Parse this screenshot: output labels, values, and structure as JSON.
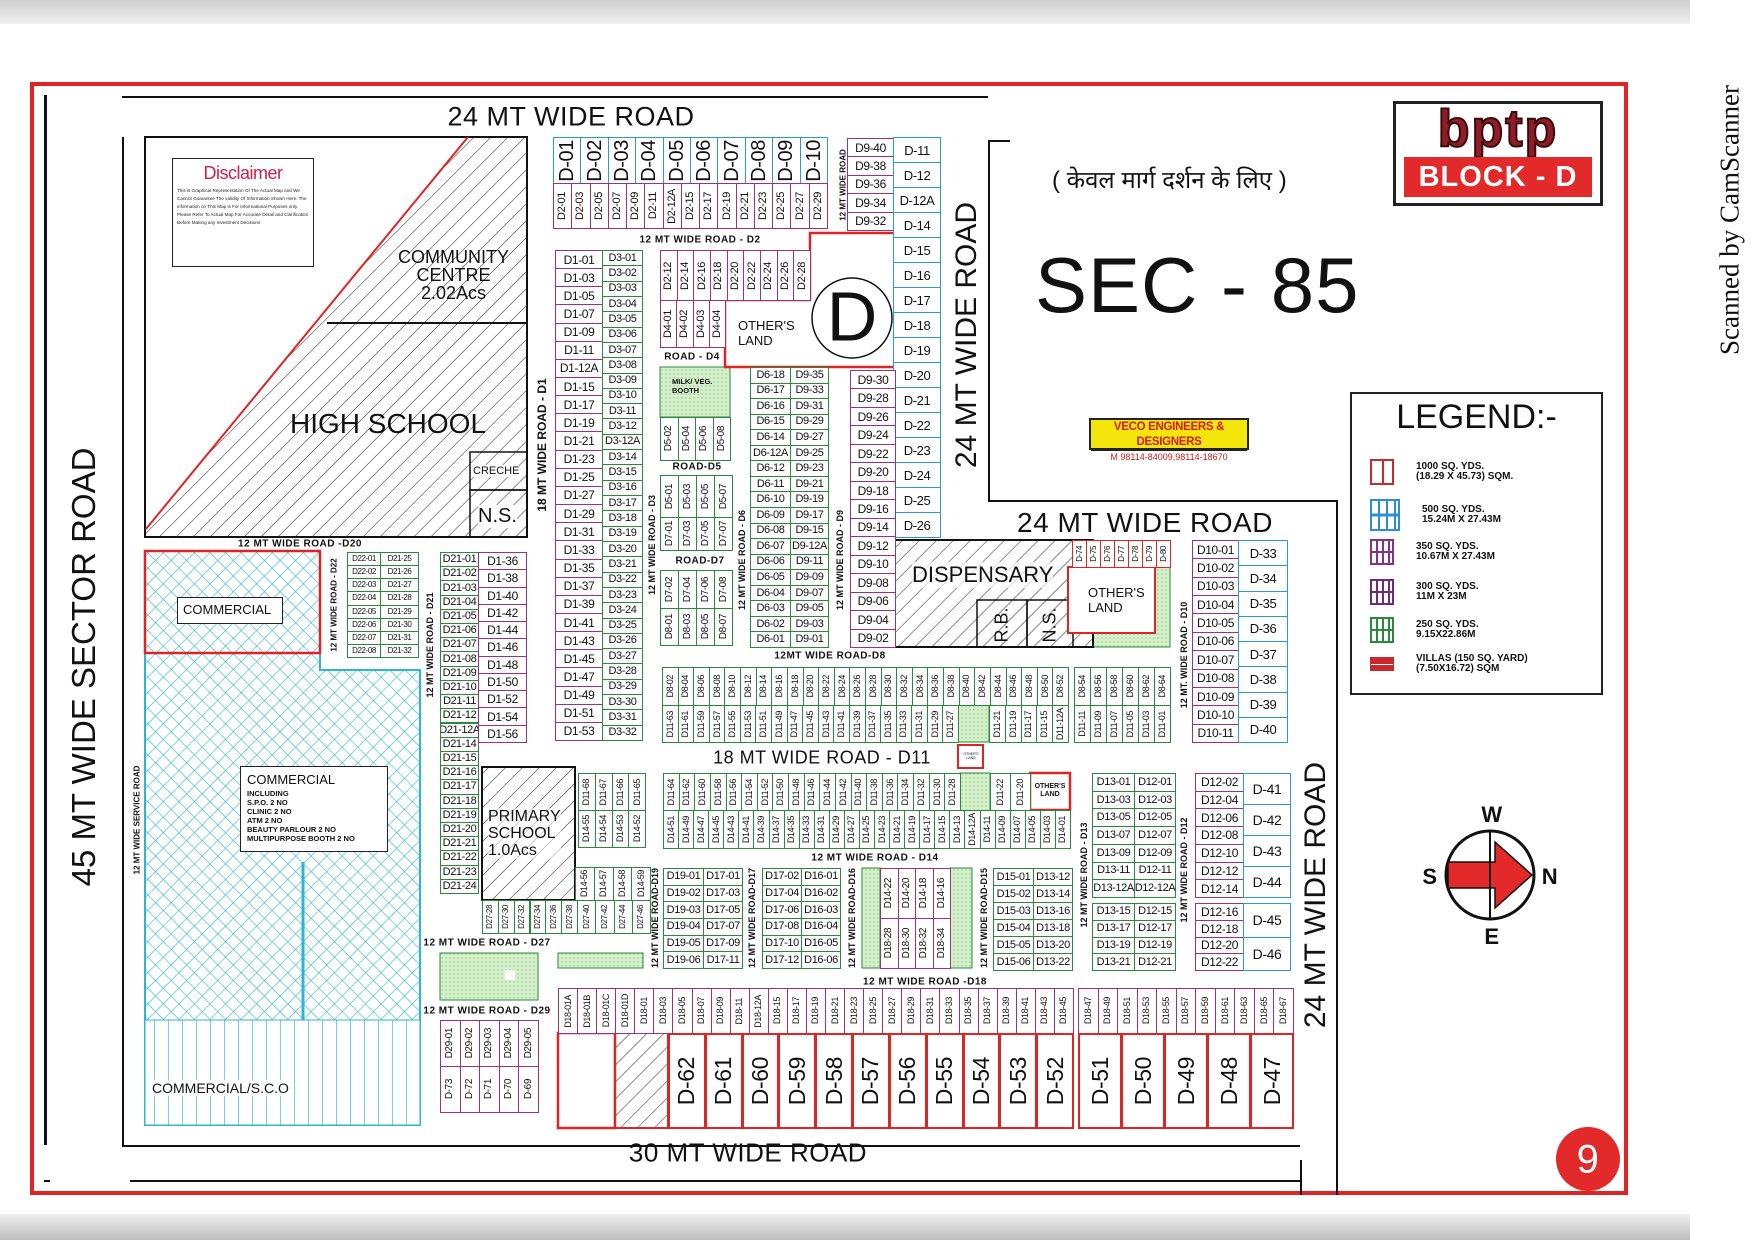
{
  "watermark": "Scanned by CamScanner",
  "title": {
    "sector": "SEC - 85",
    "hindi_note": "( केवल मार्ग दर्शन के लिए )",
    "brand": "bptp",
    "block": "BLOCK - D",
    "block_letter": "D",
    "page_number": "9"
  },
  "disclaimer": {
    "heading": "Disclaimer",
    "text": "This is Graphical Representation Of The Actual Map and We Cannot Guarantee The validity Of Information Shown Here. The information on This Map is For Informational Purposes only. Please Refer To Actual Map For Accurate Detail and Clarification Before Making any Investment Decisions"
  },
  "vendor": {
    "name": "VECO ENGINEERS & DESIGNERS",
    "phone": "M 98114-84009,98114-18670"
  },
  "legend": {
    "title": "LEGEND:-",
    "items": [
      {
        "label": "1000 SQ. YDS.\n(18.29 X 45.73) SQM.",
        "color": "#c8282e"
      },
      {
        "label": "500 SQ. YDS.\n15.24M X 27.43M",
        "color": "#2a8fd6"
      },
      {
        "label": "350 SQ. YDS.\n10.67M X 27.43M",
        "color": "#8a2f86"
      },
      {
        "label": "300 SQ. YDS.\n11M X 23M",
        "color": "#6b2a7a"
      },
      {
        "label": "250 SQ. YDS.\n9.15X22.86M",
        "color": "#2a8a3c"
      },
      {
        "label": "VILLAS (150 SQ. YARD)\n(7.50X16.72) SQM",
        "color": "#c8282e"
      }
    ]
  },
  "compass": {
    "w": "W",
    "n": "N",
    "e": "E",
    "s": "S"
  },
  "roads": {
    "top": "24 MT  WIDE ROAD",
    "east_upper": "24 MT  WIDE ROAD",
    "middle": "24 MT  WIDE ROAD",
    "east_lower": "24 MT  WIDE ROAD",
    "south": "30 MT  WIDE ROAD",
    "west": "45 MT  WIDE  SECTOR ROAD",
    "d1": "18 MT  WIDE ROAD - D1",
    "d2": "12 MT  WIDE ROAD - D2",
    "d4": "ROAD - D4",
    "d5": "ROAD-D5",
    "d7": "ROAD-D7",
    "d8": "12MT WIDE ROAD-D8",
    "d11": "18 MT  WIDE ROAD - D11",
    "d14": "12 MT  WIDE ROAD - D14",
    "d18": "12 MT  WIDE ROAD -D18",
    "d20": "12 MT  WIDE ROAD -D20",
    "d27": "12 MT  WIDE ROAD - D27",
    "d29": "12 MT  WIDE ROAD - D29",
    "top_vertical": "12 MT  WIDE ROAD",
    "d3": "12 MT  WIDE ROAD - D3",
    "d6": "12 MT  WIDE ROAD - D6",
    "d9": "12 MT  WIDE ROAD - D9",
    "d10": "12 MT. WIDE ROAD - D10",
    "d22": "12 MT  WIDE ROAD - D22",
    "d21": "12 MT  WIDE ROAD - D21",
    "service": "12 MT  WIDE SERVICE ROAD",
    "d19": "12 MT  WIDE ROAD-D19",
    "d17": "12 MT  WIDE ROAD-D17",
    "d16": "12 MT  WIDE ROAD-D16",
    "d15": "12 MT  WIDE ROAD-D15",
    "d13": "12 MT  WIDE ROAD - D13",
    "d12": "12 MT  WIDE ROAD - D12"
  },
  "areas": {
    "community_centre": "COMMUNITY\nCENTRE\n2.02Acs",
    "high_school": "HIGH SCHOOL",
    "creche": "CRECHE",
    "ns": "N.S.",
    "others_land": "OTHER'S\nLAND",
    "milk_booth": "MILK/ VEG.\nBOOTH",
    "dispensary": "DISPENSARY",
    "rb": "R.B.",
    "ns2": "N.S.",
    "others_land2": "OTHER'S\nLAND",
    "others_land3": "OTHER'S LAND",
    "others_land4": "OTHER'S\nLAND",
    "commercial_top": "COMMERCIAL",
    "commercial_main": "COMMERCIAL",
    "commercial_details": "INCLUDING\nS.P.O. 2 NO\nCLINIC 2 NO\nATM 2 NO\nBEAUTY PARLOUR 2 NO\nMULTIPURPOSE BOOTH 2 NO",
    "commercial_sco": "COMMERCIAL/S.C.O",
    "primary_school": "PRIMARY\nSCHOOL\n1.0Acs"
  },
  "plots": {
    "d_top": [
      "D-01",
      "D-02",
      "D-03",
      "D-04",
      "D-05",
      "D-06",
      "D-07",
      "D-08",
      "D-09",
      "D-10"
    ],
    "d2_top": [
      "D2-01",
      "D2-03",
      "D2-05",
      "D2-07",
      "D2-09",
      "D2-11",
      "D2-12A",
      "D2-15",
      "D2-17",
      "D2-19",
      "D2-21",
      "D2-23",
      "D2-25",
      "D2-27",
      "D2-29"
    ],
    "d9_top": [
      "D9-40",
      "D9-38",
      "D9-36",
      "D9-34",
      "D9-32"
    ],
    "d_east": [
      "D-11",
      "D-12",
      "D-12A",
      "D-14",
      "D-15",
      "D-16",
      "D-17",
      "D-18",
      "D-19",
      "D-20",
      "D-21",
      "D-22",
      "D-23",
      "D-24",
      "D-25",
      "D-26"
    ],
    "d2_mid": [
      "D2-12",
      "D2-14",
      "D2-16",
      "D2-18",
      "D2-20",
      "D2-22",
      "D2-24",
      "D2-26",
      "D2-28"
    ],
    "d4": [
      "D4-01",
      "D4-02",
      "D4-03",
      "D4-04"
    ],
    "d1_west": [
      "D1-01",
      "D1-03",
      "D1-05",
      "D1-07",
      "D1-09",
      "D1-11",
      "D1-12A",
      "D1-15",
      "D1-17",
      "D1-19",
      "D1-21",
      "D1-23",
      "D1-25",
      "D1-27",
      "D1-29",
      "D1-31",
      "D1-33",
      "D1-35",
      "D1-37",
      "D1-39",
      "D1-41",
      "D1-43",
      "D1-45",
      "D1-47",
      "D1-49",
      "D1-51",
      "D1-53"
    ],
    "d3": [
      "D3-01",
      "D3-02",
      "D3-03",
      "D3-04",
      "D3-05",
      "D3-06",
      "D3-07",
      "D3-08",
      "D3-09",
      "D3-10",
      "D3-11",
      "D3-12",
      "D3-12A",
      "D3-14",
      "D3-15",
      "D3-16",
      "D3-17",
      "D3-18",
      "D3-19",
      "D3-20",
      "D3-21",
      "D3-22",
      "D3-23",
      "D3-24",
      "D3-25",
      "D3-26",
      "D3-27",
      "D3-28",
      "D3-29",
      "D3-30",
      "D3-31",
      "D3-32"
    ],
    "d5_top": [
      "D5-02",
      "D5-04",
      "D5-06",
      "D5-08"
    ],
    "d5_bottom": [
      "D5-01",
      "D5-03",
      "D5-05",
      "D5-07"
    ],
    "d7_top": [
      "D7-01",
      "D7-03",
      "D7-05",
      "D7-07"
    ],
    "d7_bottom": [
      "D7-02",
      "D7-04",
      "D7-06",
      "D7-08"
    ],
    "d8_small": [
      "D8-01",
      "D8-03",
      "D8-05",
      "D8-07"
    ],
    "d6": [
      "D6-18",
      "D6-17",
      "D6-16",
      "D6-15",
      "D6-14",
      "D6-12A",
      "D6-12",
      "D6-11",
      "D6-10",
      "D6-09",
      "D6-08",
      "D6-07",
      "D6-06",
      "D6-05",
      "D6-04",
      "D6-03",
      "D6-02",
      "D6-01"
    ],
    "d9_mid": [
      "D9-35",
      "D9-33",
      "D9-31",
      "D9-29",
      "D9-27",
      "D9-25",
      "D9-23",
      "D9-21",
      "D9-19",
      "D9-17",
      "D9-15",
      "D9-12A",
      "D9-11",
      "D9-09",
      "D9-07",
      "D9-05",
      "D9-03",
      "D9-01"
    ],
    "d9_low": [
      "D9-30",
      "D9-28",
      "D9-26",
      "D9-24",
      "D9-22",
      "D9-20",
      "D9-18",
      "D9-16",
      "D9-14",
      "D9-12",
      "D9-10",
      "D9-08",
      "D9-06",
      "D9-04",
      "D9-02"
    ],
    "d8_row": [
      "D8-02",
      "D8-04",
      "D8-06",
      "D8-08",
      "D8-10",
      "D8-12",
      "D8-14",
      "D8-16",
      "D8-18",
      "D8-20",
      "D8-22",
      "D8-24",
      "D8-26",
      "D8-28",
      "D8-30",
      "D8-32",
      "D8-34",
      "D8-36",
      "D8-38",
      "D8-40",
      "D8-42",
      "D8-44",
      "D8-46",
      "D8-48",
      "D8-50",
      "D8-52"
    ],
    "d11_row_a": [
      "D11-63",
      "D11-61",
      "D11-59",
      "D11-57",
      "D11-55",
      "D11-53",
      "D11-51",
      "D11-49",
      "D11-47",
      "D11-45",
      "D11-43",
      "D11-41",
      "D11-39",
      "D11-37",
      "D11-35",
      "D11-33",
      "D11-31",
      "D11-29",
      "D11-27"
    ],
    "d11_row_b": [
      "D11-21",
      "D11-19",
      "D11-17",
      "D11-15",
      "D11-12A"
    ],
    "d8_row2": [
      "D8-54",
      "D8-56",
      "D8-58",
      "D8-60",
      "D8-62",
      "D8-64"
    ],
    "d11_row2": [
      "D11-11",
      "D11-09",
      "D11-07",
      "D11-05",
      "D11-03",
      "D11-01"
    ],
    "d_red_top": [
      "D-74",
      "D-75",
      "D-76",
      "D-77",
      "D-78",
      "D-79",
      "D-80"
    ],
    "d10": [
      "D10-01",
      "D10-02",
      "D10-03",
      "D10-04",
      "D10-05",
      "D10-06",
      "D10-07",
      "D10-08",
      "D10-09",
      "D10-10",
      "D10-11"
    ],
    "d_east2": [
      "D-33",
      "D-34",
      "D-35",
      "D-36",
      "D-37",
      "D-38",
      "D-39",
      "D-40"
    ],
    "d22": [
      "D22-01",
      "D22-02",
      "D22-03",
      "D22-04",
      "D22-05",
      "D22-06",
      "D22-07",
      "D22-08"
    ],
    "d21_east": [
      "D21-25",
      "D21-26",
      "D21-27",
      "D21-28",
      "D21-29",
      "D21-30",
      "D21-31",
      "D21-32"
    ],
    "d21": [
      "D21-01",
      "D21-02",
      "D21-03",
      "D21-04",
      "D21-05",
      "D21-06",
      "D21-07",
      "D21-08",
      "D21-09",
      "D21-10",
      "D21-11",
      "D21-12",
      "D21-12A",
      "D21-14",
      "D21-15",
      "D21-16",
      "D21-17",
      "D21-18",
      "D21-19",
      "D21-20",
      "D21-21",
      "D21-22",
      "D21-23",
      "D21-24"
    ],
    "d1_east": [
      "D1-36",
      "D1-38",
      "D1-40",
      "D1-42",
      "D1-44",
      "D1-46",
      "D1-48",
      "D1-50",
      "D1-52",
      "D1-54",
      "D1-56"
    ],
    "d11_small": [
      "D11-68",
      "D11-67",
      "D11-66",
      "D11-65"
    ],
    "d14_small_a": [
      "D14-55",
      "D14-54",
      "D14-53",
      "D14-52"
    ],
    "d14_small_b": [
      "D14-56",
      "D14-57",
      "D14-58",
      "D14-59"
    ],
    "d27_a": [
      "D27-28",
      "D27-30",
      "D27-32",
      "D27-34",
      "D27-36",
      "D27-38"
    ],
    "d27_b": [
      "D27-40",
      "D27-42",
      "D27-44",
      "D27-46"
    ],
    "d11_upper": [
      "D11-64",
      "D11-62",
      "D11-60",
      "D11-58",
      "D11-56",
      "D11-54",
      "D11-52",
      "D11-50",
      "D11-48",
      "D11-46",
      "D11-44",
      "D11-42",
      "D11-40",
      "D11-38",
      "D11-36",
      "D11-34",
      "D11-32",
      "D11-30",
      "D11-28"
    ],
    "d11_upper_b": [
      "D11-22",
      "D11-20"
    ],
    "d14_row": [
      "D14-51",
      "D14-49",
      "D14-47",
      "D14-45",
      "D14-43",
      "D14-41",
      "D14-39",
      "D14-37",
      "D14-35",
      "D14-33",
      "D14-31",
      "D14-29",
      "D14-27",
      "D14-25",
      "D14-23",
      "D14-21",
      "D14-19",
      "D14-17",
      "D14-15",
      "D14-13",
      "D14-12A",
      "D14-11",
      "D14-09",
      "D14-07",
      "D14-05",
      "D14-03",
      "D14-01"
    ],
    "d19": [
      "D19-01",
      "D19-02",
      "D19-03",
      "D19-04",
      "D19-05",
      "D19-06"
    ],
    "d17a": [
      "D17-01",
      "D17-03",
      "D17-05",
      "D17-07",
      "D17-09",
      "D17-11"
    ],
    "d17b": [
      "D17-02",
      "D17-04",
      "D17-06",
      "D17-08",
      "D17-10",
      "D17-12"
    ],
    "d16": [
      "D16-01",
      "D16-02",
      "D16-03",
      "D16-04",
      "D16-05",
      "D16-06"
    ],
    "d14_mid": [
      "D14-22",
      "D14-20",
      "D14-18",
      "D14-16"
    ],
    "d18_mid": [
      "D18-28",
      "D18-30",
      "D18-32",
      "D18-34"
    ],
    "d15": [
      "D15-01",
      "D15-02",
      "D15-03",
      "D15-04",
      "D15-05",
      "D15-06"
    ],
    "d13_mid": [
      "D13-12",
      "D13-14",
      "D13-16",
      "D13-18",
      "D13-20",
      "D13-22"
    ],
    "d13_upper": [
      "D13-01",
      "D13-03",
      "D13-05",
      "D13-07",
      "D13-09",
      "D13-11",
      "D13-12A"
    ],
    "d12_upper": [
      "D12-01",
      "D12-03",
      "D12-05",
      "D12-07",
      "D12-09",
      "D12-11",
      "D12-12A"
    ],
    "d13_lower": [
      "D13-15",
      "D13-17",
      "D13-19",
      "D13-21"
    ],
    "d12_lower": [
      "D12-15",
      "D12-17",
      "D12-19",
      "D12-21"
    ],
    "d12_east_a": [
      "D12-02",
      "D12-04",
      "D12-06",
      "D12-08",
      "D12-10",
      "D12-12",
      "D12-14"
    ],
    "d_east3": [
      "D-41",
      "D-42",
      "D-43",
      "D-44"
    ],
    "d12_east_b": [
      "D12-16",
      "D12-18",
      "D12-20",
      "D12-22"
    ],
    "d_east4": [
      "D-45",
      "D-46"
    ],
    "d18_row_a": [
      "D18-01A",
      "D18-01B",
      "D18-01C",
      "D18-01D",
      "D18-01",
      "D18-03",
      "D18-05",
      "D18-07",
      "D18-09",
      "D18-11",
      "D18-12A",
      "D18-15",
      "D18-17",
      "D18-19",
      "D18-21",
      "D18-23",
      "D18-25",
      "D18-27",
      "D18-29",
      "D18-31",
      "D18-33",
      "D18-35",
      "D18-37",
      "D18-39",
      "D18-41",
      "D18-43",
      "D18-45"
    ],
    "d18_row_b": [
      "D18-47",
      "D18-49",
      "D18-51",
      "D18-53",
      "D18-55",
      "D18-57",
      "D18-59",
      "D18-61",
      "D18-63",
      "D18-65",
      "D18-67"
    ],
    "d_big_a": [
      "D-62",
      "D-61",
      "D-60",
      "D-59",
      "D-58",
      "D-57",
      "D-56",
      "D-55",
      "D-54",
      "D-53",
      "D-52"
    ],
    "d_big_b": [
      "D-51",
      "D-50",
      "D-49",
      "D-48",
      "D-47"
    ],
    "d29": [
      "D29-01",
      "D29-02",
      "D29-03",
      "D29-04",
      "D29-05"
    ],
    "d_sw": [
      "D-73",
      "D-72",
      "D-71",
      "D-70",
      "D-69"
    ]
  },
  "colors": {
    "red": "#e02424",
    "blue": "#2a9ad6",
    "magenta": "#a3306f",
    "green": "#2a8a3c",
    "cyan": "#2cb6d6"
  }
}
